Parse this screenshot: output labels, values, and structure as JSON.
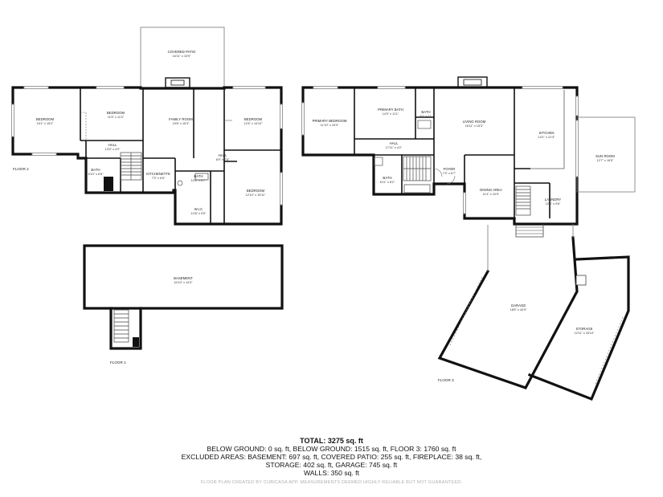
{
  "floors": {
    "floor2": "FLOOR 2",
    "floor1": "FLOOR 1",
    "floor3": "FLOOR 3"
  },
  "rooms": {
    "covered_patio": {
      "name": "COVERED PATIO",
      "dim": "16'11\" x 15'9\""
    },
    "bedroom_a": {
      "name": "BEDROOM",
      "dim": "15'1\" x 15'2\""
    },
    "bedroom_b": {
      "name": "BEDROOM",
      "dim": "11'5\" x 11'3\""
    },
    "family_room": {
      "name": "FAMILY ROOM",
      "dim": "19'8\" x 15'3\""
    },
    "bedroom_c": {
      "name": "BEDROOM",
      "dim": "12'6\" x 14'10\""
    },
    "hall_f2a": {
      "name": "HALL",
      "dim": "13'5\" x 4'0\""
    },
    "hall_f2b": {
      "name": "HALL",
      "dim": "6'9\" x 7'6\""
    },
    "bath_f2a": {
      "name": "BATH",
      "dim": "6'10\" x 6'8\""
    },
    "kitchenette": {
      "name": "KITCHENETTE",
      "dim": "7'3\" x 6'6\""
    },
    "bath_f2b": {
      "name": "BATH",
      "dim": "10'6\" x 6'7\""
    },
    "bedroom_d": {
      "name": "BEDROOM",
      "dim": "12'10\" x 15'11\""
    },
    "wic": {
      "name": "W.I.C",
      "dim": "10'8\" x 5'5\""
    },
    "basement": {
      "name": "BASEMENT",
      "dim": "44'10\" x 14'3\""
    },
    "primary_bedroom": {
      "name": "PRIMARY BEDROOM",
      "dim": "11'10\" x 15'3\""
    },
    "primary_bath": {
      "name": "PRIMARY BATH",
      "dim": "14'9\" x 11'1\""
    },
    "bath_f3a": {
      "name": "BATH",
      "dim": "5'1\" x 11'"
    },
    "living_room": {
      "name": "LIVING ROOM",
      "dim": "16'11\" x 15'3\""
    },
    "kitchen": {
      "name": "KITCHEN",
      "dim": "14'1\" x 21'3\""
    },
    "hall_f3": {
      "name": "HALL",
      "dim": "17'11\" x 4'2\""
    },
    "sun_room": {
      "name": "SUN ROOM",
      "dim": "12'7\" x 16'5\""
    },
    "bath_f3b": {
      "name": "BATH",
      "dim": "6'11\" x 8'2\""
    },
    "foyer": {
      "name": "FOYER",
      "dim": "7'3\" x 6'7\""
    },
    "dining_area": {
      "name": "DINING AREA",
      "dim": "11'4\" x 10'9\""
    },
    "laundry": {
      "name": "LAUNDRY",
      "dim": "10'4\" x 9'6\""
    },
    "garage": {
      "name": "GARAGE",
      "dim": "18'5\" x 42'9\""
    },
    "storage": {
      "name": "STORAGE",
      "dim": "12'11\" x 33'10\""
    }
  },
  "summary": {
    "total": "TOTAL: 3275 sq. ft",
    "line1": "BELOW GROUND: 0 sq. ft, BELOW GROUND: 1515 sq. ft, FLOOR 3: 1760 sq. ft",
    "line2": "EXCLUDED AREAS: BASEMENT: 697 sq. ft, COVERED PATIO: 255 sq. ft, FIREPLACE: 38 sq. ft,",
    "line3": "STORAGE: 402 sq. ft, GARAGE: 745 sq. ft",
    "line4": "WALLS: 350 sq. ft"
  },
  "credit": "FLOOR PLAN CREATED BY CUBICASA APP. MEASUREMENTS DEEMED HIGHLY RELIABLE BUT NOT GUARANTEED."
}
